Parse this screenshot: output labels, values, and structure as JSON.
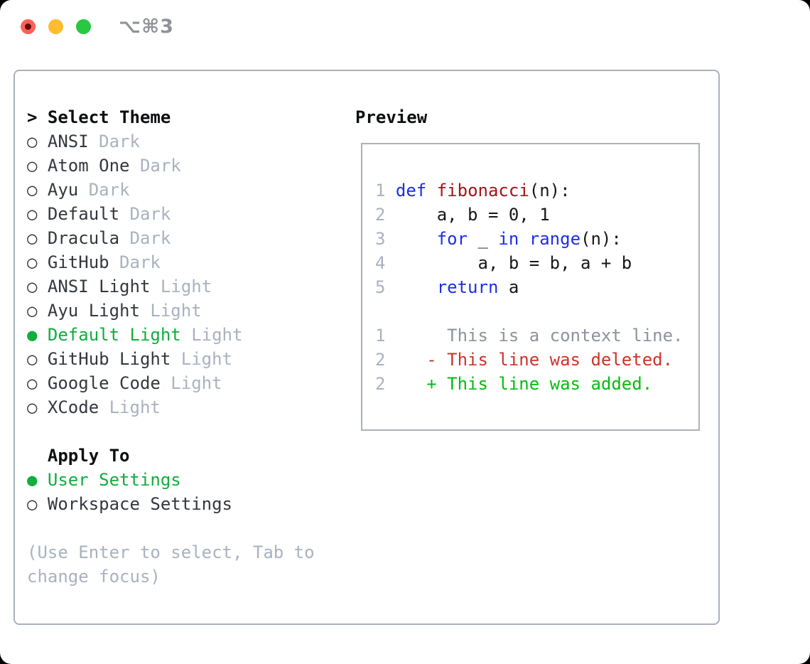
{
  "window": {
    "shortcut": "⌥⌘3",
    "traffic_lights": [
      {
        "name": "close-button",
        "color": "#ff5f57"
      },
      {
        "name": "minimize-button",
        "color": "#febc2e"
      },
      {
        "name": "zoom-button",
        "color": "#28c840"
      }
    ]
  },
  "theme_picker": {
    "header": {
      "marker": ">",
      "label": "Select Theme"
    },
    "items": [
      {
        "name": "ANSI",
        "variant": "Dark",
        "selected": false
      },
      {
        "name": "Atom One",
        "variant": "Dark",
        "selected": false
      },
      {
        "name": "Ayu",
        "variant": "Dark",
        "selected": false
      },
      {
        "name": "Default",
        "variant": "Dark",
        "selected": false
      },
      {
        "name": "Dracula",
        "variant": "Dark",
        "selected": false
      },
      {
        "name": "GitHub",
        "variant": "Dark",
        "selected": false
      },
      {
        "name": "ANSI Light",
        "variant": "Light",
        "selected": false
      },
      {
        "name": "Ayu Light",
        "variant": "Light",
        "selected": false
      },
      {
        "name": "Default Light",
        "variant": "Light",
        "selected": true
      },
      {
        "name": "GitHub Light",
        "variant": "Light",
        "selected": false
      },
      {
        "name": "Google Code",
        "variant": "Light",
        "selected": false
      },
      {
        "name": "XCode",
        "variant": "Light",
        "selected": false
      }
    ],
    "apply_to": {
      "header": "Apply To",
      "options": [
        {
          "name": "User Settings",
          "selected": true
        },
        {
          "name": "Workspace Settings",
          "selected": false
        }
      ]
    },
    "hint_lines": [
      "(Use Enter to select, Tab to",
      "change focus)"
    ]
  },
  "preview": {
    "header": "Preview",
    "lines": [
      {
        "num": "1",
        "name": "code-line",
        "segments": [
          {
            "c": "kw",
            "t": "def"
          },
          {
            "c": "pl",
            "t": " "
          },
          {
            "c": "fn",
            "t": "fibonacci"
          },
          {
            "c": "pl",
            "t": "(n):"
          }
        ]
      },
      {
        "num": "2",
        "name": "code-line",
        "segments": [
          {
            "c": "pl",
            "t": "    a, b = 0, 1"
          }
        ]
      },
      {
        "num": "3",
        "name": "code-line",
        "segments": [
          {
            "c": "pl",
            "t": "    "
          },
          {
            "c": "kw",
            "t": "for"
          },
          {
            "c": "pl",
            "t": " _ "
          },
          {
            "c": "kw",
            "t": "in"
          },
          {
            "c": "pl",
            "t": " "
          },
          {
            "c": "kw",
            "t": "range"
          },
          {
            "c": "pl",
            "t": "(n):"
          }
        ]
      },
      {
        "num": "4",
        "name": "code-line",
        "segments": [
          {
            "c": "pl",
            "t": "        a, b = b, a + b"
          }
        ]
      },
      {
        "num": "5",
        "name": "code-line",
        "segments": [
          {
            "c": "pl",
            "t": "    "
          },
          {
            "c": "kw",
            "t": "return"
          },
          {
            "c": "pl",
            "t": " a"
          }
        ]
      },
      {
        "num": "",
        "name": "blank-line",
        "segments": []
      },
      {
        "num": "1",
        "name": "diff-context-line",
        "segments": [
          {
            "c": "ctx",
            "t": "     This is a context line."
          }
        ]
      },
      {
        "num": "2",
        "name": "diff-deleted-line",
        "segments": [
          {
            "c": "del",
            "t": "   - This line was deleted."
          }
        ]
      },
      {
        "num": "2",
        "name": "diff-added-line",
        "segments": [
          {
            "c": "add",
            "t": "   + This line was added."
          }
        ]
      }
    ]
  },
  "colors": {
    "selected_green": "#0fae3d",
    "muted_gray": "#a9b2bf",
    "text_dark": "#33383e",
    "keyword_blue": "#1c2ee8",
    "function_red": "#a31515",
    "code_black": "#17171a",
    "context_gray": "#8b939e",
    "deleted_red": "#cb342a",
    "added_green": "#00bd10",
    "panel_border": "#a9b1bc",
    "traffic_red": "#ff5f57",
    "traffic_yellow": "#febc2e",
    "traffic_green": "#28c840"
  }
}
